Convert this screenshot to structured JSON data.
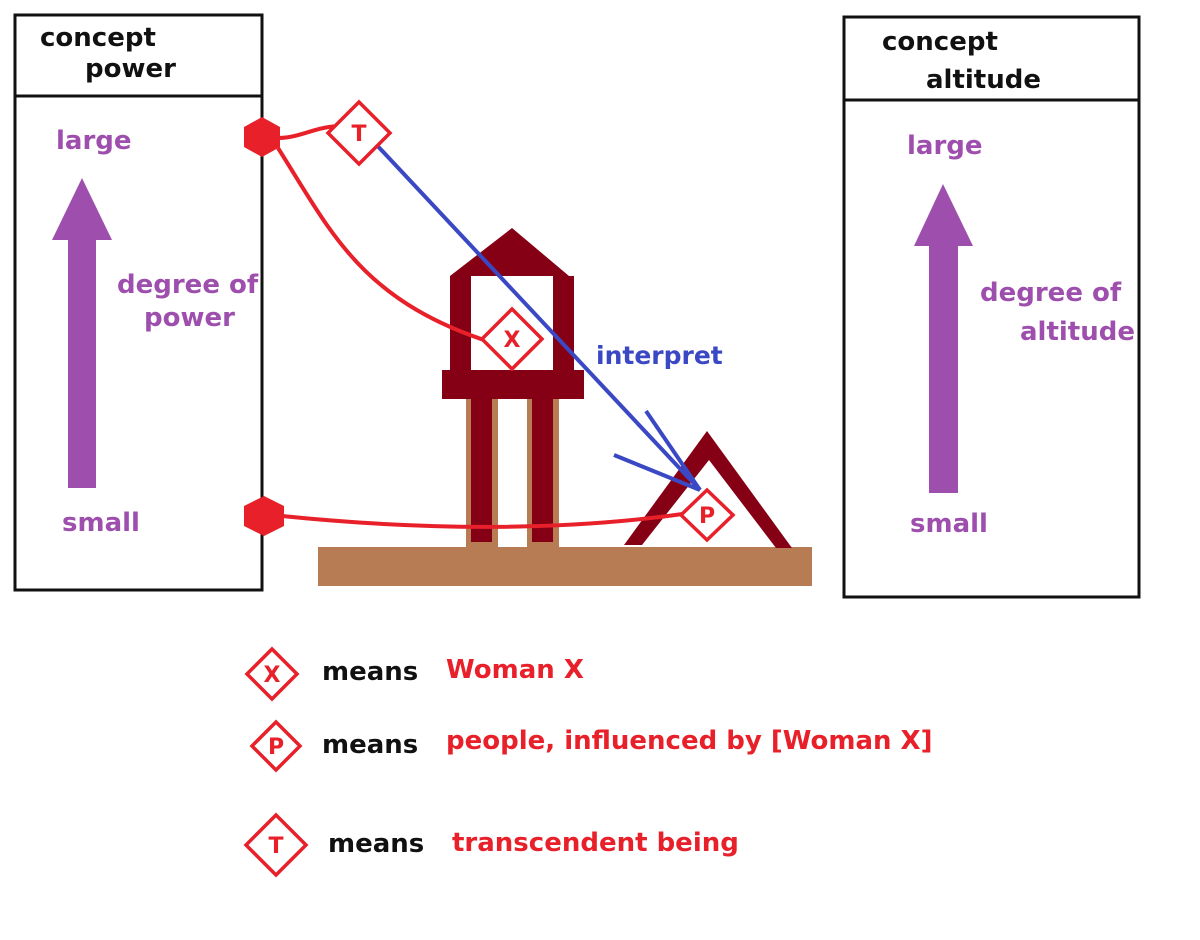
{
  "left_panel": {
    "title_line1": "concept",
    "title_line2": "power",
    "top_label": "large",
    "bottom_label": "small",
    "axis_label_line1": "degree of",
    "axis_label_line2": "power"
  },
  "right_panel": {
    "title_line1": "concept",
    "title_line2": "altitude",
    "top_label": "large",
    "bottom_label": "small",
    "axis_label_line1": "degree of",
    "axis_label_line2": "altitude"
  },
  "diagram": {
    "symbol_t": "T",
    "symbol_x": "X",
    "symbol_p": "P",
    "interpret_label": "interpret"
  },
  "legend": [
    {
      "symbol": "X",
      "means": "means",
      "description": "Woman X"
    },
    {
      "symbol": "P",
      "means": "means",
      "description": "people, influenced by [Woman X]"
    },
    {
      "symbol": "T",
      "means": "means",
      "description": "transcendent being"
    }
  ],
  "colors": {
    "red": "#e8202a",
    "purple": "#9e4fae",
    "blue": "#3b48c4",
    "dark_red": "#850015",
    "brown": "#b87c55"
  }
}
